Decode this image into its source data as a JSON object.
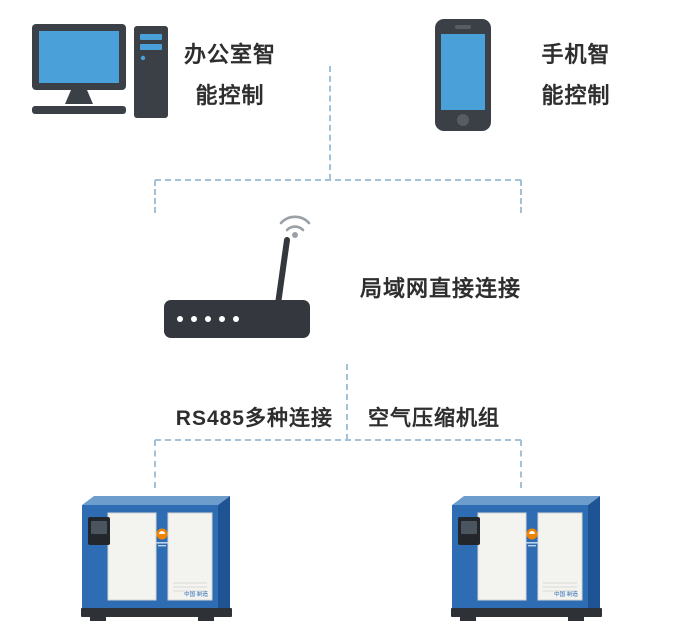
{
  "labels": {
    "office_line1": "办公室智",
    "office_line2": "能控制",
    "mobile_line1": "手机智",
    "mobile_line2": "能控制",
    "lan": "局域网直接连接",
    "rs485": "RS485多种连接",
    "compressors": "空气压缩机组"
  },
  "compressor": {
    "footer_text": "中国·制造"
  },
  "icons": {
    "computer": "desktop-computer-icon",
    "phone": "smartphone-icon",
    "router": "wireless-router-icon",
    "wifi": "wifi-signal-icon",
    "machine": "air-compressor-illustration"
  },
  "colors": {
    "device_dark": "#3a4046",
    "screen_blue": "#4aa0d8",
    "dashed_line": "#a3c2d8",
    "label_text": "#2e2e2e",
    "compressor_front_blue": "#2e6db4",
    "compressor_side_blue": "#1e5493",
    "compressor_top_blue": "#6d9dcd",
    "panel_white": "#f3f3f0",
    "logo_orange": "#f08300",
    "base_dark": "#2e3237",
    "wifi_gray": "#9aa0a6"
  }
}
